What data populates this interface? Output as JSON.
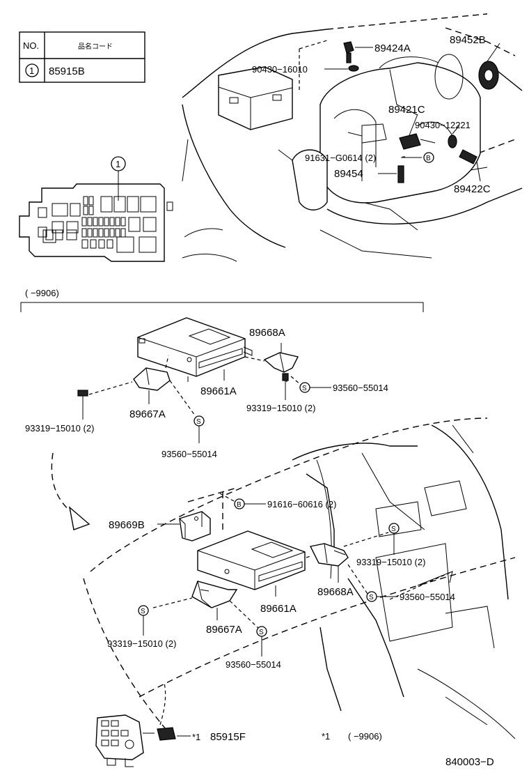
{
  "table": {
    "col_no": "NO.",
    "col_code": "品名コード",
    "row_no": "1",
    "row_code": "85915B"
  },
  "relay_box": {
    "callout": "1"
  },
  "engine_parts": [
    {
      "id": "89424A",
      "label": "89424A"
    },
    {
      "id": "89452B",
      "label": "89452B"
    },
    {
      "id": "90430-16010",
      "label": "90430−16010"
    },
    {
      "id": "89421C",
      "label": "89421C"
    },
    {
      "id": "90430-12221",
      "label": "90430−12221"
    },
    {
      "id": "91631-G0614",
      "label": "91631−G0614 (2)"
    },
    {
      "id": "89454",
      "label": "89454"
    },
    {
      "id": "89422C",
      "label": "89422C"
    }
  ],
  "section_range": "(      −9906)",
  "ecu_upper": [
    {
      "id": "89668A-u",
      "label": "89668A"
    },
    {
      "id": "89661A-u",
      "label": "89661A"
    },
    {
      "id": "93560-55014-u1",
      "label": "93560−55014"
    },
    {
      "id": "93319-15010-u1",
      "label": "93319−15010 (2)"
    },
    {
      "id": "89667A-u",
      "label": "89667A"
    },
    {
      "id": "93319-15010-u2",
      "label": "93319−15010 (2)"
    },
    {
      "id": "93560-55014-u2",
      "label": "93560−55014"
    }
  ],
  "ecu_lower": [
    {
      "id": "91616-60616",
      "label": "91616−60616 (2)"
    },
    {
      "id": "89669B",
      "label": "89669B"
    },
    {
      "id": "93319-15010-l1",
      "label": "93319−15010 (2)"
    },
    {
      "id": "89668A-l",
      "label": "89668A"
    },
    {
      "id": "93560-55014-l1",
      "label": "93560−55014"
    },
    {
      "id": "89661A-l",
      "label": "89661A"
    },
    {
      "id": "93319-15010-l2",
      "label": "93319−15010 (2)"
    },
    {
      "id": "89667A-l",
      "label": "89667A"
    },
    {
      "id": "93560-55014-l2",
      "label": "93560−55014"
    }
  ],
  "relay": {
    "label": "85915F",
    "mark": "*1"
  },
  "footnote": {
    "mark": "*1",
    "range": "(      −9906)"
  },
  "marks": {
    "b": "B",
    "s": "S"
  },
  "figure_code": "840003−D"
}
